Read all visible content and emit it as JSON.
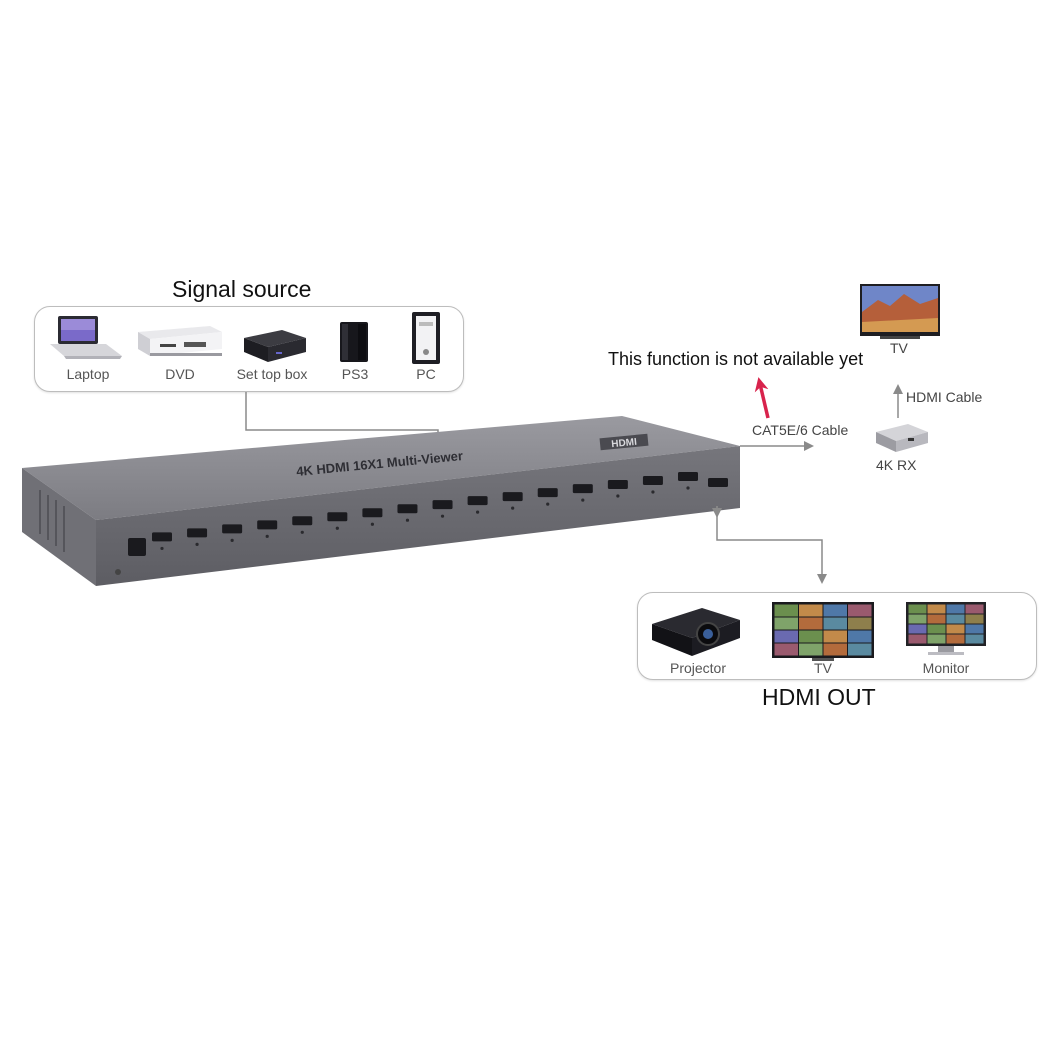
{
  "signal_source": {
    "title": "Signal source",
    "devices": [
      {
        "label": "Laptop",
        "icon": "laptop-icon"
      },
      {
        "label": "DVD",
        "icon": "dvd-player-icon"
      },
      {
        "label": "Set top box",
        "icon": "set-top-box-icon"
      },
      {
        "label": "PS3",
        "icon": "ps3-console-icon"
      },
      {
        "label": "PC",
        "icon": "pc-tower-icon"
      }
    ]
  },
  "device": {
    "name": "4K HDMI 16X1 Multi-Viewer",
    "brand": "HDMI",
    "input_ports": 16
  },
  "extension": {
    "note": "This function is not available yet",
    "cable_label": "CAT5E/6 Cable",
    "receiver_label": "4K RX",
    "hdmi_cable_label": "HDMI Cable",
    "tv_label": "TV"
  },
  "hdmi_out": {
    "title": "HDMI OUT",
    "devices": [
      {
        "label": "Projector",
        "icon": "projector-icon"
      },
      {
        "label": "TV",
        "icon": "tv-multiview-icon"
      },
      {
        "label": "Monitor",
        "icon": "monitor-multiview-icon"
      }
    ]
  },
  "colors": {
    "device_body": "#6f6f74",
    "device_top": "#8a8a90",
    "arrow_gray": "#8a8a8a",
    "note_arrow": "#d8234c"
  }
}
